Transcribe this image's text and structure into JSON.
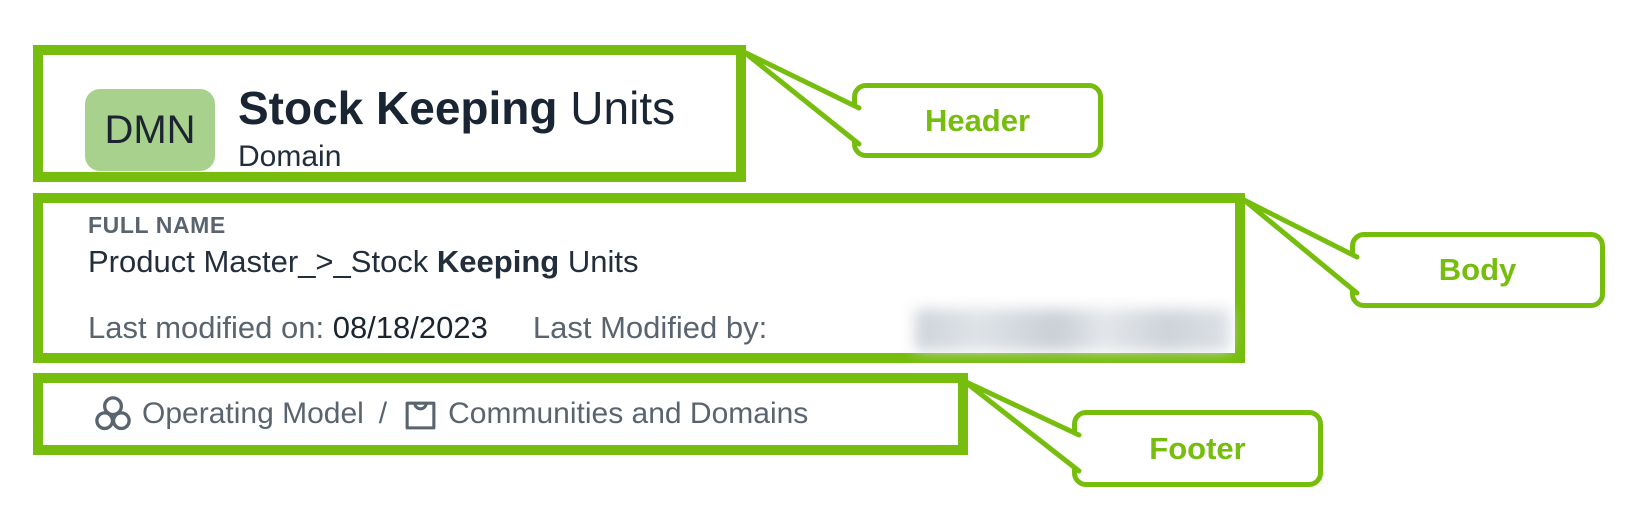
{
  "accent": {
    "green": "#76BD0D",
    "badge_bg": "#A9D18E"
  },
  "card": {
    "header": {
      "badge": "DMN",
      "title_bold": "Stock Keeping",
      "title_regular": " Units",
      "subtitle": "Domain"
    },
    "body": {
      "full_name_label": "FULL NAME",
      "full_name_prefix": "Product Master_>_Stock ",
      "full_name_bold": "Keeping",
      "full_name_suffix": " Units",
      "last_modified_on_label": "Last modified on: ",
      "last_modified_on_value": "08/18/2023",
      "last_modified_by_label": "Last Modified by: ",
      "last_modified_by_redacted": true
    },
    "footer": {
      "operating_model_icon": "operating-model-icon",
      "operating_model_label": "Operating Model",
      "separator": "/",
      "communities_icon": "domain-box-icon",
      "communities_label": "Communities and Domains"
    }
  },
  "annotations": {
    "header_label": "Header",
    "body_label": "Body",
    "footer_label": "Footer"
  }
}
